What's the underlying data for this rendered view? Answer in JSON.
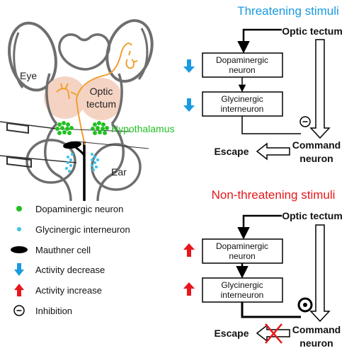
{
  "anatomy": {
    "eye_label": "Eye",
    "optic_tectum_line1": "Optic",
    "optic_tectum_line2": "tectum",
    "hypothalamus_label": "Hypothalamus",
    "ear_label": "Ear"
  },
  "legend": [
    {
      "icon": "green-dot-icon",
      "label": "Dopaminergic neuron"
    },
    {
      "icon": "cyan-dot-icon",
      "label": "Glycinergic interneuron"
    },
    {
      "icon": "black-ellipse-icon",
      "label": "Mauthner cell"
    },
    {
      "icon": "blue-down-arrow-icon",
      "label": "Activity decrease"
    },
    {
      "icon": "red-up-arrow-icon",
      "label": "Activity increase"
    },
    {
      "icon": "inhibition-icon",
      "label": "Inhibition"
    }
  ],
  "threatening": {
    "title": "Threatening stimuli",
    "source": "Optic tectum",
    "box1_line1": "Dopaminergic",
    "box1_line2": "neuron",
    "box2_line1": "Glycinergic",
    "box2_line2": "interneuron",
    "target_line1": "Command",
    "target_line2": "neuron",
    "output": "Escape"
  },
  "non_threatening": {
    "title": "Non-threatening stimuli",
    "source": "Optic tectum",
    "box1_line1": "Dopaminergic",
    "box1_line2": "neuron",
    "box2_line1": "Glycinergic",
    "box2_line2": "interneuron",
    "target_line1": "Command",
    "target_line2": "neuron",
    "output": "Escape"
  },
  "colors": {
    "threatening_title": "#1a9ae0",
    "non_threatening_title": "#e8161b",
    "dopaminergic": "#22c022",
    "glycinergic": "#3cc3e6",
    "decrease_arrow": "#1a9ae0",
    "increase_arrow": "#e8161b",
    "axon": "#f0a030",
    "tectum_fill": "#f5d3c3",
    "outline": "#6e6e6e"
  }
}
